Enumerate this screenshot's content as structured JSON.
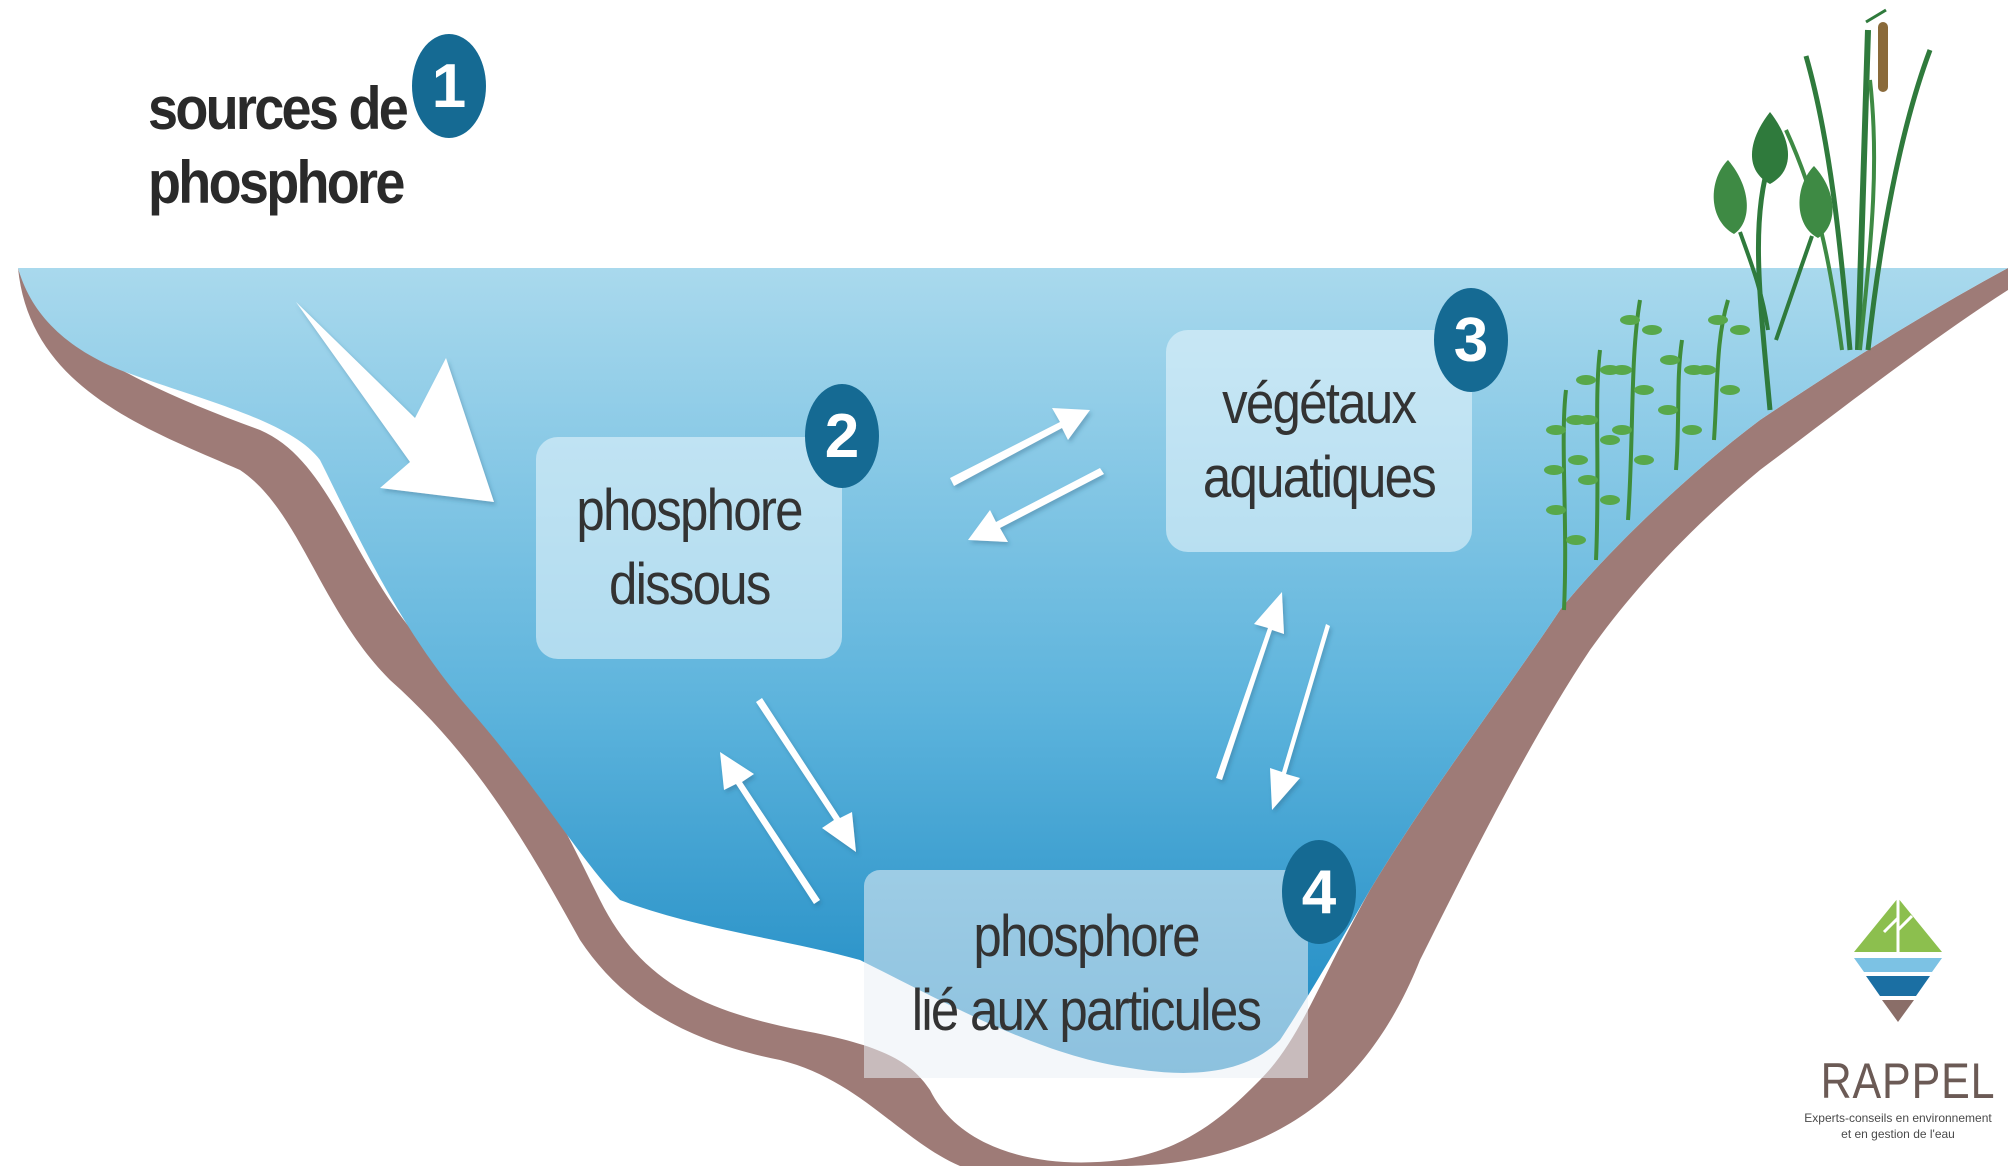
{
  "title": {
    "line1": "sources de",
    "line2": "phosphore",
    "number": "1"
  },
  "nodes": [
    {
      "id": "dissous",
      "number": "2",
      "lines": [
        "phosphore",
        "dissous"
      ]
    },
    {
      "id": "vegetaux",
      "number": "3",
      "lines": [
        "végétaux",
        "aquatiques"
      ]
    },
    {
      "id": "particules",
      "number": "4",
      "lines": [
        "phosphore",
        "lié aux particules"
      ]
    }
  ],
  "logo": {
    "name": "RAPPEL",
    "tagline_line1": "Experts-conseils en environnement",
    "tagline_line2": "et en gestion de l'eau"
  },
  "colors": {
    "water_top": "#a8d8ec",
    "water_bottom": "#1f8fc6",
    "sediment": "#9e7b77",
    "badge": "#156a93",
    "plant_green": "#2f7a3c",
    "arrow": "#ffffff"
  },
  "icons": {
    "inflow_arrow": "large-arrow-icon",
    "exchange_arrows": "double-arrow-icon",
    "plants": "aquatic-plants-icon",
    "logo": "rappel-logo-icon"
  }
}
